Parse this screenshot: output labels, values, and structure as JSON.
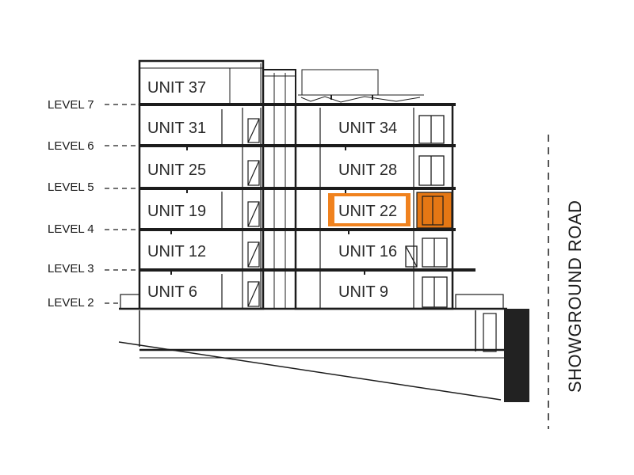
{
  "levels": [
    "LEVEL 7",
    "LEVEL 6",
    "LEVEL 5",
    "LEVEL 4",
    "LEVEL 3",
    "LEVEL 2"
  ],
  "units_left": [
    "UNIT 37",
    "UNIT 31",
    "UNIT 25",
    "UNIT 19",
    "UNIT 12",
    "UNIT 6"
  ],
  "units_right": [
    "UNIT 34",
    "UNIT 28",
    "UNIT 22",
    "UNIT 16",
    "UNIT 9"
  ],
  "highlighted_unit": "UNIT 22",
  "road": "SHOWGROUND ROAD",
  "colors": {
    "line": "#1c1c1c",
    "highlight": "#f0821e",
    "highlight_window": "#e57714",
    "ground": "#222222"
  }
}
